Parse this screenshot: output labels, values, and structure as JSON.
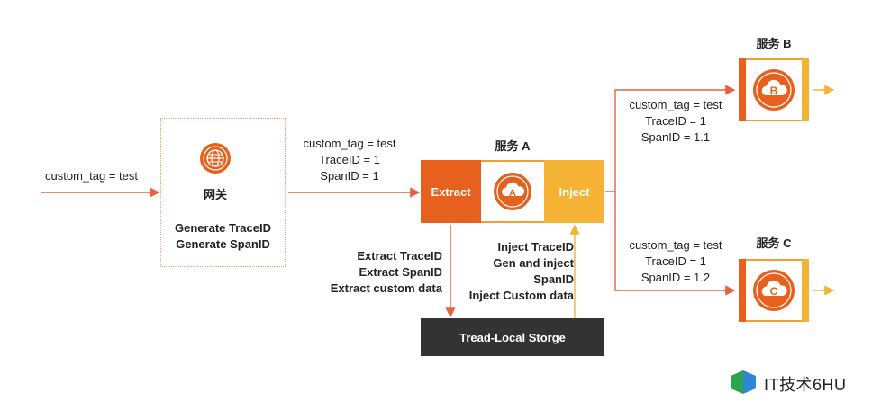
{
  "colors": {
    "orange": "#e8601e",
    "amber": "#f5b336",
    "line_red": "#e8603c",
    "line_amber": "#f5b336",
    "dark": "#333333"
  },
  "input_label": "custom_tag = test",
  "gateway": {
    "name": "网关",
    "icon": "globe-icon",
    "line1": "Generate TraceID",
    "line2": "Generate SpanID"
  },
  "gw_to_a": {
    "line1": "custom_tag = test",
    "line2": "TraceID = 1",
    "line3": "SpanID = 1"
  },
  "service_a": {
    "title": "服务 A",
    "extract": "Extract",
    "badge": "A",
    "inject": "Inject"
  },
  "extract_notes": {
    "line1": "Extract TraceID",
    "line2": "Extract SpanID",
    "line3": "Extract custom data"
  },
  "inject_notes": {
    "line1": "Inject TraceID",
    "line2": "Gen and inject",
    "line3": "SpanID",
    "line4": "Inject Custom data"
  },
  "storage": "Tread-Local Storge",
  "service_b": {
    "title": "服务 B",
    "badge": "B",
    "line1": "custom_tag = test",
    "line2": "TraceID = 1",
    "line3": "SpanID = 1.1"
  },
  "service_c": {
    "title": "服务 C",
    "badge": "C",
    "line1": "custom_tag = test",
    "line2": "TraceID = 1",
    "line3": "SpanID = 1.2"
  },
  "watermark": "IT技术6HU"
}
